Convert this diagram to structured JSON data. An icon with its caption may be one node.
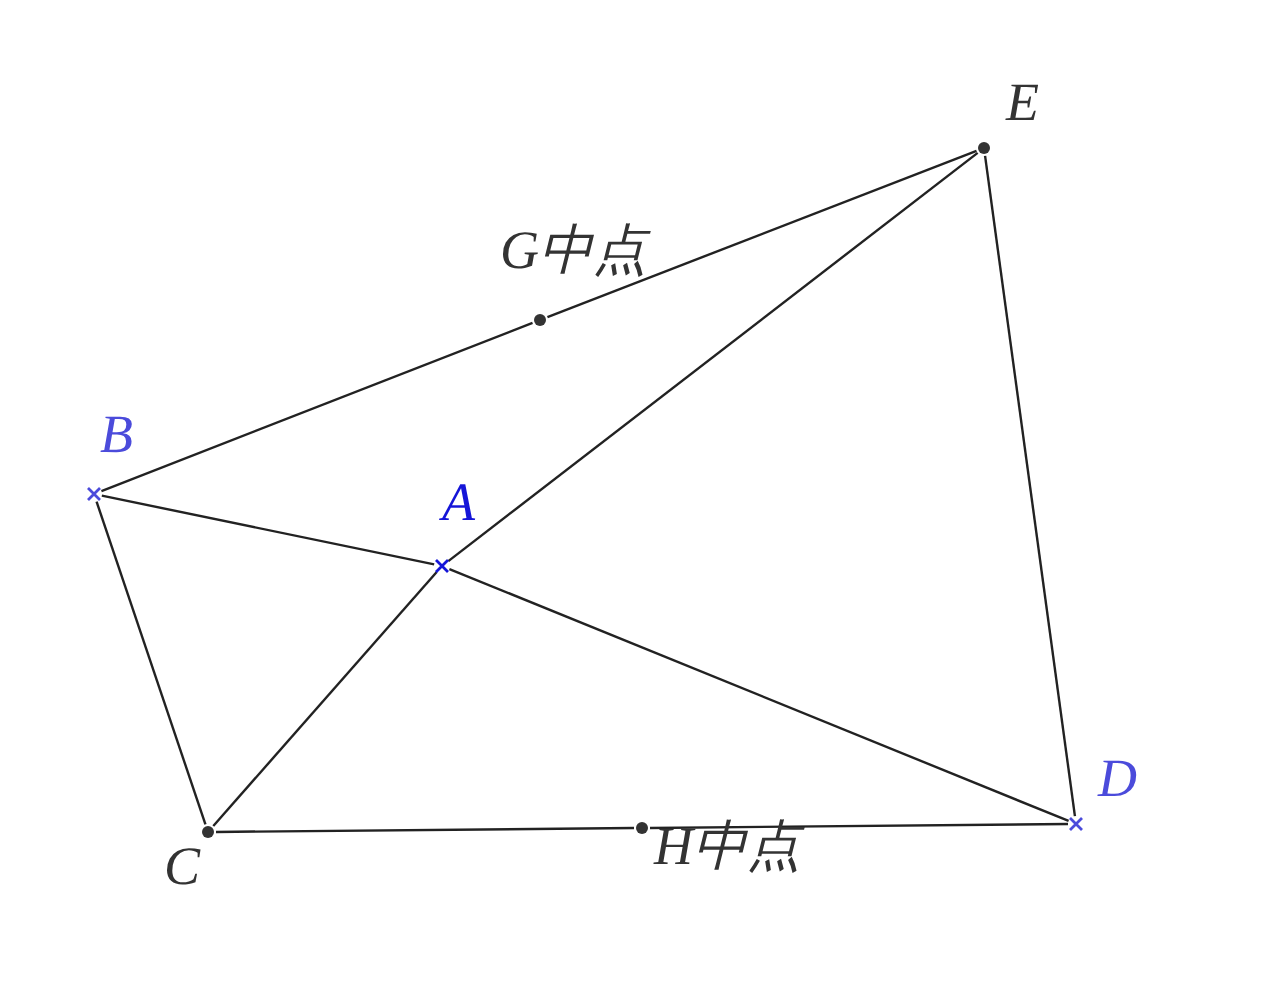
{
  "diagram": {
    "nodes": [
      {
        "text": [],
        "shape": "dot",
        "beside": [
          "E"
        ]
      },
      {
        "text": [],
        "shape": "dot",
        "beside": [
          "G中点"
        ]
      },
      {
        "text": [],
        "shape": "cross",
        "beside": [
          "B"
        ]
      },
      {
        "text": [],
        "shape": "cross",
        "beside": [
          "A"
        ]
      },
      {
        "text": [],
        "shape": "cross",
        "beside": [
          "D"
        ]
      },
      {
        "text": [],
        "shape": "dot",
        "beside": [
          "C"
        ]
      },
      {
        "text": [],
        "shape": "dot",
        "beside": [
          "H中点"
        ]
      }
    ],
    "edges": [
      {
        "from": 2,
        "to": 1,
        "arrow": "none"
      },
      {
        "from": 1,
        "to": 0,
        "arrow": "none"
      },
      {
        "from": 2,
        "to": 3,
        "arrow": "none"
      },
      {
        "from": 3,
        "to": 4,
        "arrow": "none"
      },
      {
        "from": 5,
        "to": 3,
        "arrow": "none"
      },
      {
        "from": 3,
        "to": 0,
        "arrow": "none"
      },
      {
        "from": 2,
        "to": 5,
        "arrow": "none"
      },
      {
        "from": 5,
        "to": 6,
        "arrow": "none"
      },
      {
        "from": 6,
        "to": 4,
        "arrow": "none"
      },
      {
        "from": 0,
        "to": 4,
        "arrow": "none"
      }
    ]
  }
}
